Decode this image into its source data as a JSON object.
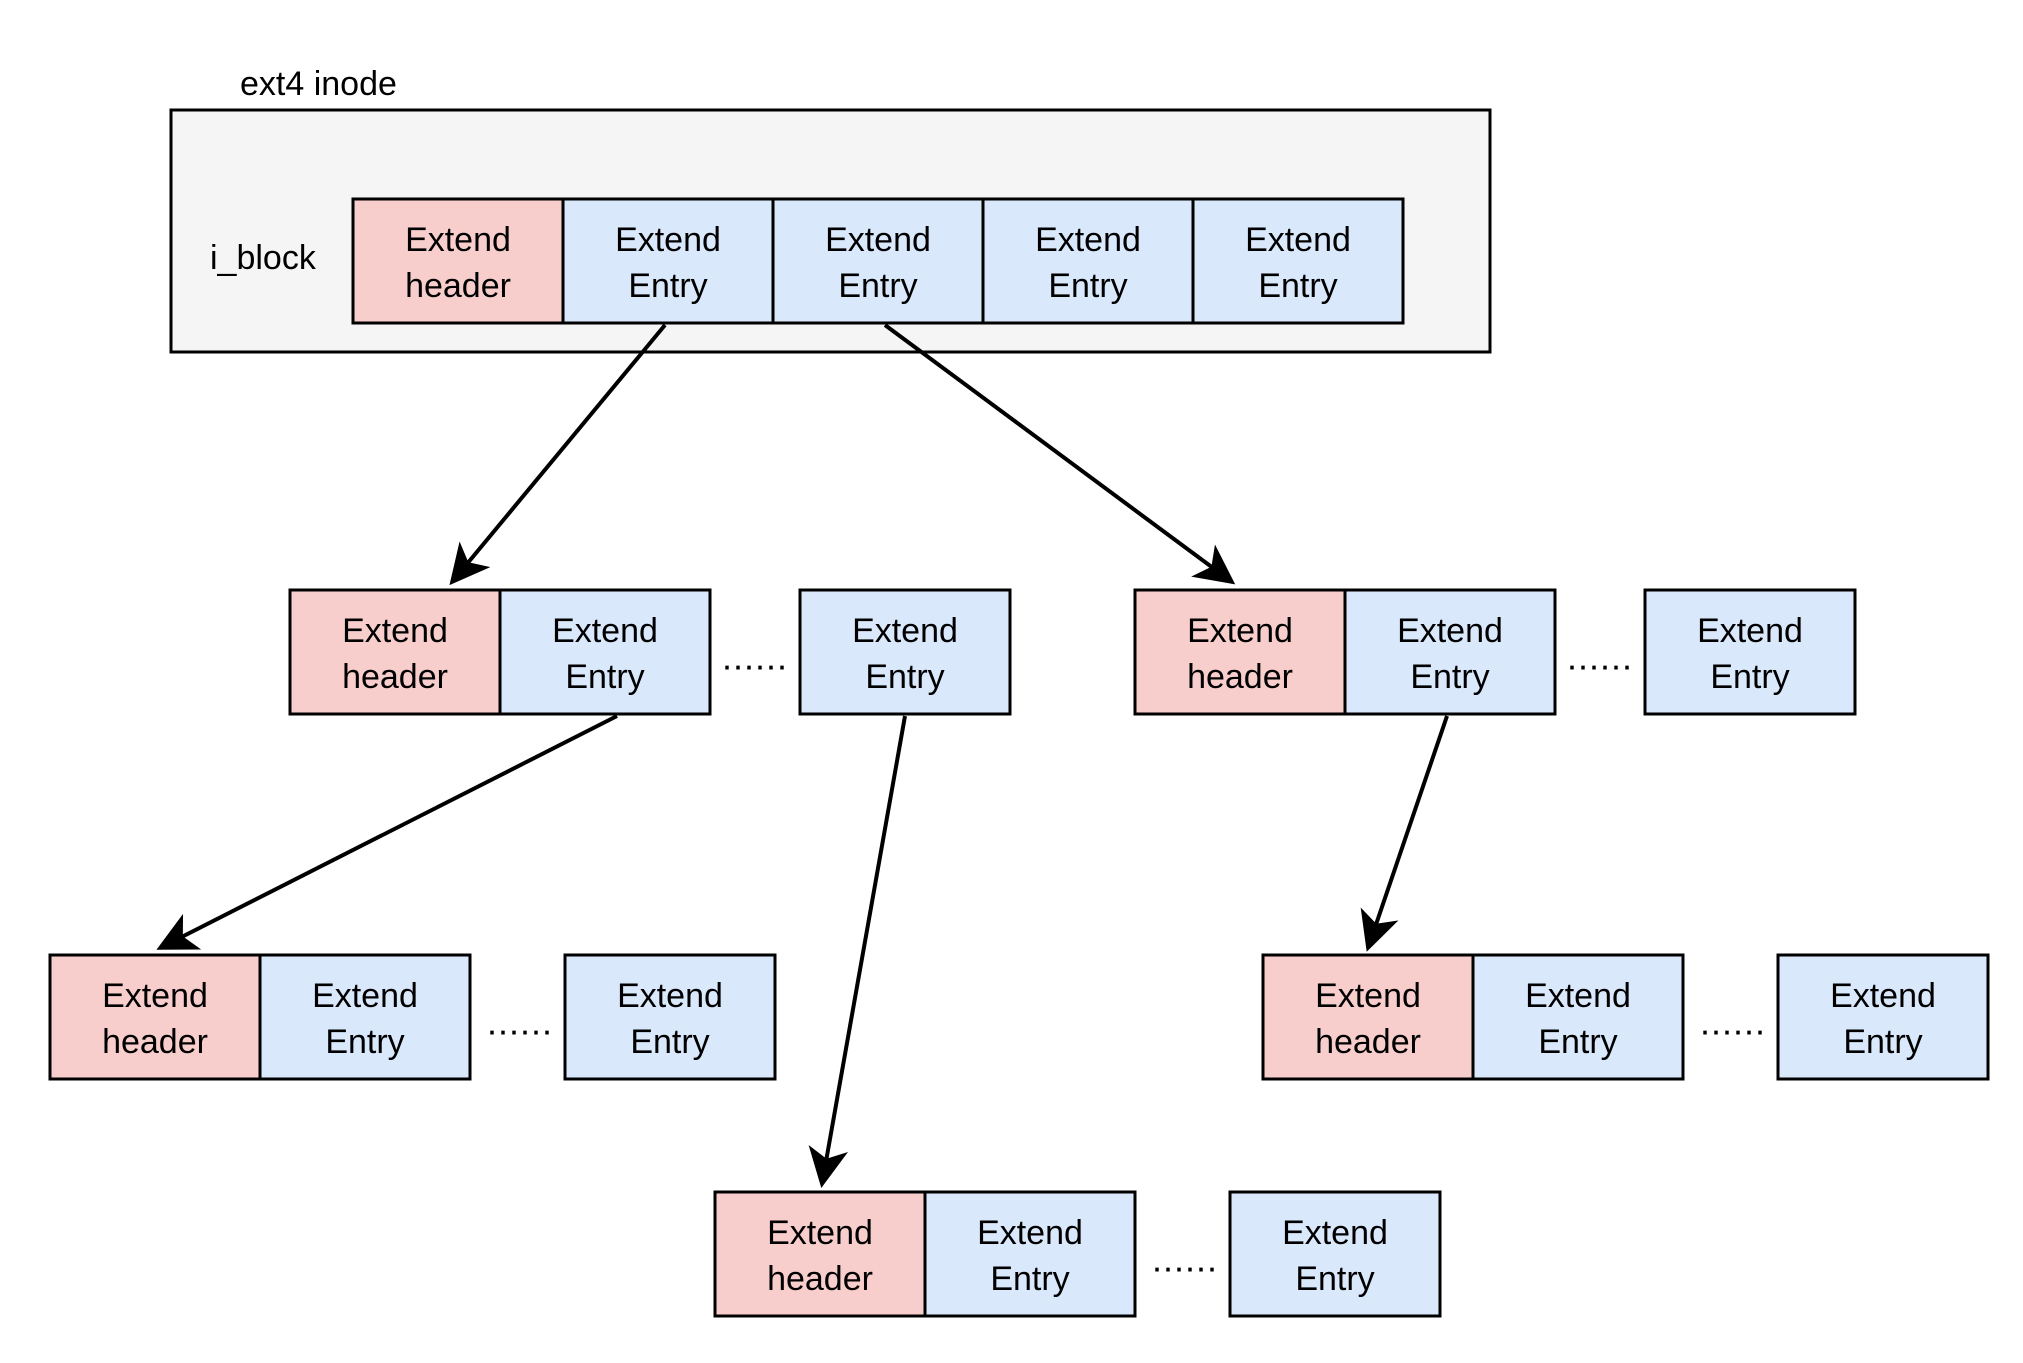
{
  "diagram": {
    "title": "ext4 inode",
    "inode_field_label": "i_block",
    "ellipsis": "......",
    "labels": {
      "header_line1": "Extend",
      "header_line2": "header",
      "entry_line1": "Extend",
      "entry_line2": "Entry"
    },
    "colors": {
      "header_fill": "#f8cecc",
      "entry_fill": "#dae8fc",
      "inode_fill": "#f5f5f5",
      "stroke": "#000000",
      "page_background": "#ffffff"
    },
    "levels": [
      {
        "name": "inode-level",
        "groups": [
          {
            "name": "inode-i-block-array",
            "cells": [
              {
                "kind": "header",
                "line1": "Extend",
                "line2": "header"
              },
              {
                "kind": "entry",
                "line1": "Extend",
                "line2": "Entry"
              },
              {
                "kind": "entry",
                "line1": "Extend",
                "line2": "Entry"
              },
              {
                "kind": "entry",
                "line1": "Extend",
                "line2": "Entry"
              },
              {
                "kind": "entry",
                "line1": "Extend",
                "line2": "Entry"
              }
            ]
          }
        ]
      },
      {
        "name": "index-level-1",
        "groups": [
          {
            "name": "index-block-left",
            "cells": [
              {
                "kind": "header",
                "line1": "Extend",
                "line2": "header"
              },
              {
                "kind": "entry",
                "line1": "Extend",
                "line2": "Entry"
              },
              {
                "kind": "ellipsis",
                "text": "......"
              },
              {
                "kind": "entry",
                "line1": "Extend",
                "line2": "Entry"
              }
            ]
          },
          {
            "name": "index-block-right",
            "cells": [
              {
                "kind": "header",
                "line1": "Extend",
                "line2": "header"
              },
              {
                "kind": "entry",
                "line1": "Extend",
                "line2": "Entry"
              },
              {
                "kind": "ellipsis",
                "text": "......"
              },
              {
                "kind": "entry",
                "line1": "Extend",
                "line2": "Entry"
              }
            ]
          }
        ]
      },
      {
        "name": "leaf-level-left-right",
        "groups": [
          {
            "name": "leaf-block-left",
            "cells": [
              {
                "kind": "header",
                "line1": "Extend",
                "line2": "header"
              },
              {
                "kind": "entry",
                "line1": "Extend",
                "line2": "Entry"
              },
              {
                "kind": "ellipsis",
                "text": "......"
              },
              {
                "kind": "entry",
                "line1": "Extend",
                "line2": "Entry"
              }
            ]
          },
          {
            "name": "leaf-block-right",
            "cells": [
              {
                "kind": "header",
                "line1": "Extend",
                "line2": "header"
              },
              {
                "kind": "entry",
                "line1": "Extend",
                "line2": "Entry"
              },
              {
                "kind": "ellipsis",
                "text": "......"
              },
              {
                "kind": "entry",
                "line1": "Extend",
                "line2": "Entry"
              }
            ]
          }
        ]
      },
      {
        "name": "leaf-level-bottom",
        "groups": [
          {
            "name": "leaf-block-bottom",
            "cells": [
              {
                "kind": "header",
                "line1": "Extend",
                "line2": "header"
              },
              {
                "kind": "entry",
                "line1": "Extend",
                "line2": "Entry"
              },
              {
                "kind": "ellipsis",
                "text": "......"
              },
              {
                "kind": "entry",
                "line1": "Extend",
                "line2": "Entry"
              }
            ]
          }
        ]
      }
    ],
    "arrows": [
      {
        "name": "arrow-inode-entry1-to-index-left"
      },
      {
        "name": "arrow-inode-entry2-to-index-right"
      },
      {
        "name": "arrow-index-left-entry1-to-leaf-left"
      },
      {
        "name": "arrow-index-left-entry-last-to-leaf-bottom"
      },
      {
        "name": "arrow-index-right-entry1-to-leaf-right"
      }
    ]
  }
}
